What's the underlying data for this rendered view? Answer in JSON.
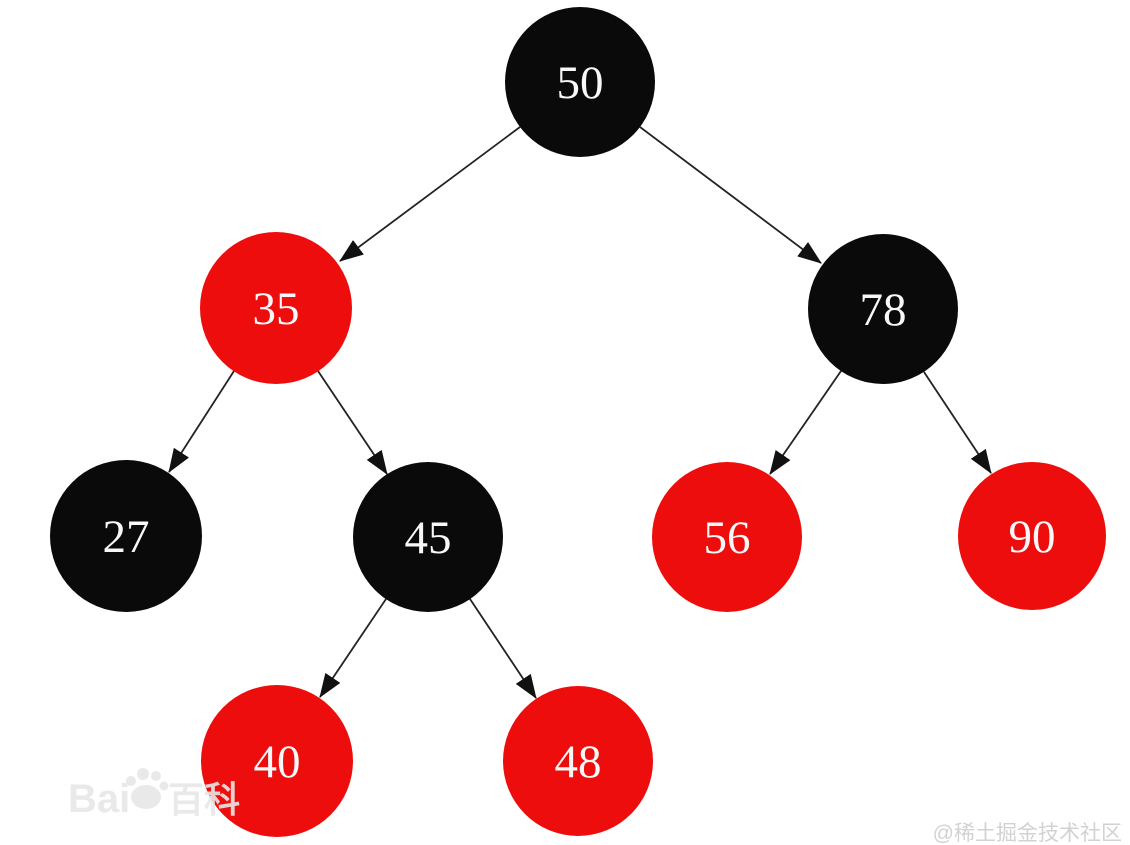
{
  "diagram": {
    "type": "red-black-tree",
    "background": "#ffffff",
    "node_text_color": "#f8f8f8",
    "edge_color": "#232323",
    "black_node_color": "#0a0a0a",
    "red_node_color": "#ee0d0d",
    "nodes": [
      {
        "value": "50",
        "color": "#0a0a0a",
        "kind": "black",
        "role": "root"
      },
      {
        "value": "35",
        "color": "#ee0d0d",
        "kind": "red"
      },
      {
        "value": "78",
        "color": "#0a0a0a",
        "kind": "black"
      },
      {
        "value": "27",
        "color": "#0a0a0a",
        "kind": "black"
      },
      {
        "value": "45",
        "color": "#0a0a0a",
        "kind": "black"
      },
      {
        "value": "56",
        "color": "#ee0d0d",
        "kind": "red"
      },
      {
        "value": "90",
        "color": "#ee0d0d",
        "kind": "red"
      },
      {
        "value": "40",
        "color": "#ee0d0d",
        "kind": "red"
      },
      {
        "value": "48",
        "color": "#ee0d0d",
        "kind": "red"
      }
    ],
    "edges": [
      {
        "from": "50",
        "to": "35"
      },
      {
        "from": "50",
        "to": "78"
      },
      {
        "from": "35",
        "to": "27"
      },
      {
        "from": "35",
        "to": "45"
      },
      {
        "from": "78",
        "to": "56"
      },
      {
        "from": "78",
        "to": "90"
      },
      {
        "from": "45",
        "to": "40"
      },
      {
        "from": "45",
        "to": "48"
      }
    ]
  },
  "watermarks": {
    "baidu_left": "Bai",
    "baidu_right": "百科",
    "credit": "@稀土掘金技术社区"
  }
}
